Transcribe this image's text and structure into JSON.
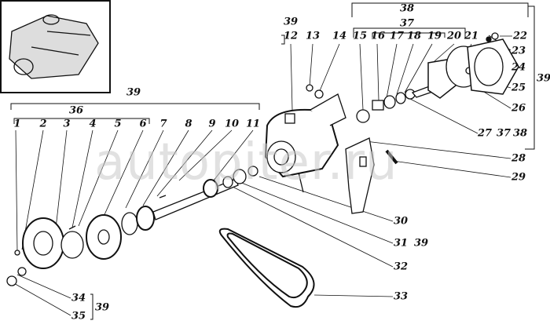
{
  "watermark": "autopiter.ru",
  "labels": {
    "n1": "1",
    "n2": "2",
    "n3": "3",
    "n4": "4",
    "n5": "5",
    "n6": "6",
    "n7": "7",
    "n8": "8",
    "n9": "9",
    "n10": "10",
    "n11": "11",
    "n12": "12",
    "n13": "13",
    "n14": "14",
    "n15": "15",
    "n16": "16",
    "n17": "17",
    "n18": "18",
    "n19": "19",
    "n20": "20",
    "n21": "21",
    "n22": "22",
    "n23": "23",
    "n24": "24",
    "n25": "25",
    "n26": "26",
    "n27": "27",
    "n28": "28",
    "n29": "29",
    "n30": "30",
    "n31": "31",
    "n32": "32",
    "n33": "33",
    "n34": "34",
    "n35": "35",
    "n36": "36",
    "n37": "37",
    "n38": "38",
    "n39": "39"
  }
}
